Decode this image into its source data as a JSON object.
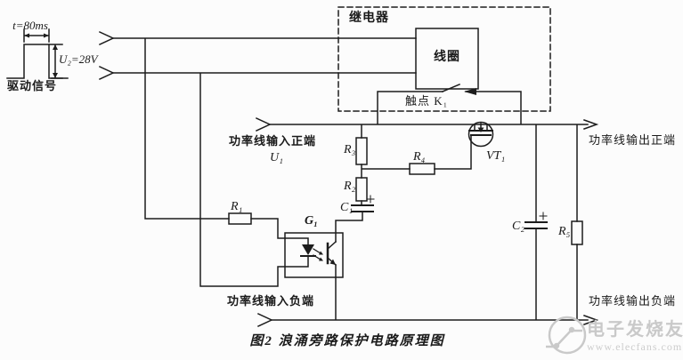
{
  "colors": {
    "line": "#1c1c1c",
    "background": "#fcfcfc",
    "watermark": "#c9c9c9"
  },
  "drive_signal": {
    "pulse_width": "t=80ms",
    "amplitude": "U₂=28V",
    "label": "驱动信号"
  },
  "relay": {
    "label": "继电器",
    "coil": "线圈",
    "contact": "触点 K₁"
  },
  "terminals": {
    "input_positive": "功率线输入正端",
    "input_positive_ref": "U₁",
    "input_negative": "功率线输入负端",
    "output_positive": "功率线输出正端",
    "output_negative": "功率线输出负端"
  },
  "components": {
    "r1": "R₁",
    "r2": "R₂",
    "r3": "R₃",
    "r4": "R₄",
    "r5": "R₅",
    "c1": "C₁",
    "c2": "C₂",
    "g1": "G₁",
    "vt1": "VT₁"
  },
  "caption": "图2  浪涌旁路保护电路原理图",
  "watermark": {
    "brand": "电子发烧友",
    "site": "www.elecfans.com"
  }
}
